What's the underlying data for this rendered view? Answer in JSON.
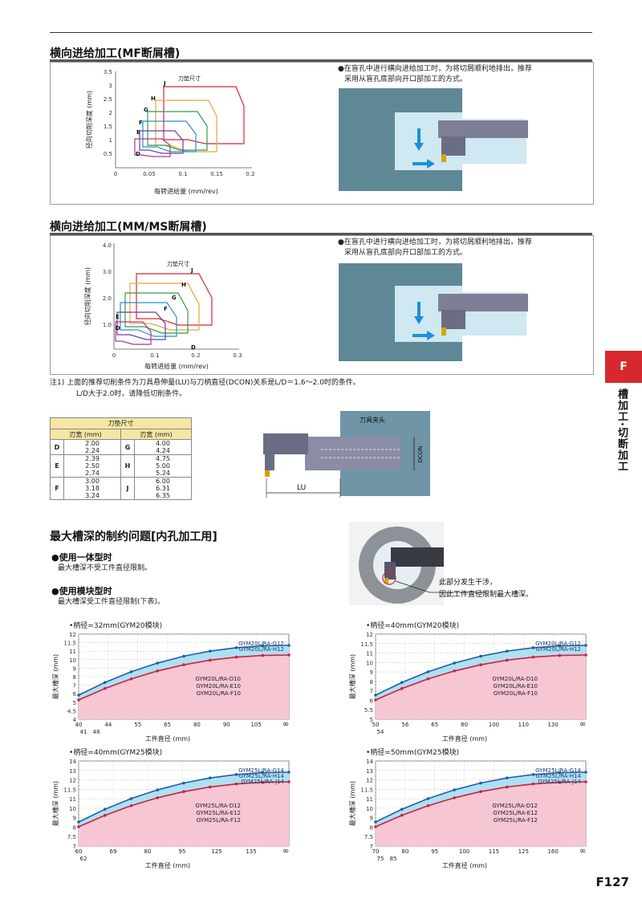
{
  "sections": {
    "mf_title": "横向进给加工(MF断屑槽)",
    "mm_title": "横向进给加工(MM/MS断屑槽)",
    "bullet": "●在盲孔中进行横向进给加工时，为将切屑顺利地排出，推荐",
    "bullet2": "采用从盲孔底部向开口部加工的方式。"
  },
  "mf_chart": {
    "ylabel": "径向切削深度 (mm)",
    "xlabel": "每转进给量 (mm/rev)",
    "insert_label": "刀垫尺寸",
    "yticks": [
      "3.5",
      "3",
      "2.5",
      "2",
      "1.5",
      "1",
      "0.5"
    ],
    "xticks": [
      "0",
      "0.05",
      "0.1",
      "0.15",
      "0.2"
    ],
    "letters": [
      "J",
      "H",
      "G",
      "F",
      "E",
      "D"
    ]
  },
  "mm_chart": {
    "ylabel": "径向切削深度 (mm)",
    "xlabel": "每转进给量 (mm/rev)",
    "insert_label": "刀垫尺寸",
    "yticks": [
      "4.0",
      "3.0",
      "2.0",
      "1.0"
    ],
    "xticks": [
      "0",
      "0.1",
      "0.2",
      "0.3"
    ],
    "letters": [
      "J",
      "H",
      "G",
      "F",
      "E",
      "D",
      "D"
    ]
  },
  "note": {
    "line1": "注1)   上面的推荐切削条件为刀具悬伸量(LU)与刀柄直径(DCON)关系是L/D＝1.6～2.0时的条件。",
    "line2": "L/D大于2.0时，请降低切削条件。"
  },
  "insert_table": {
    "title": "刀垫尺寸",
    "col": "刃宽 (mm)",
    "rows": [
      {
        "l1": "D",
        "v1": [
          "2.00",
          "2.24"
        ],
        "l2": "G",
        "v2": [
          "4.00",
          "4.24"
        ]
      },
      {
        "l1": "E",
        "v1": [
          "2.39",
          "2.50",
          "2.74"
        ],
        "l2": "H",
        "v2": [
          "4.75",
          "5.00",
          "5.24"
        ]
      },
      {
        "l1": "F",
        "v1": [
          "3.00",
          "3.18",
          "3.24"
        ],
        "l2": "J",
        "v2": [
          "6.00",
          "6.31",
          "6.35"
        ]
      }
    ]
  },
  "tool_diagram": {
    "holder": "刀具夹头",
    "dcon": "DCON",
    "lu": "LU"
  },
  "side_tab": {
    "letter": "F",
    "title": "槽加工·切断加工"
  },
  "max_depth": {
    "title": "最大槽深的制约问题[内孔加工用]",
    "s1": "●使用一体型时",
    "s1t": "最大槽深不受工件直径限制。",
    "s2": "●使用模块型时",
    "s2t": "最大槽深受工件直径限制(下表)。",
    "callout1": "此部分发生干涉，",
    "callout2": "因此工件直径限制最大槽深。"
  },
  "charts": [
    {
      "title": "•柄径=32mm(GYM20模块)",
      "ylabel": "最大槽深 (mm)",
      "xlabel": "工件直径 (mm)",
      "yticks": [
        "12",
        "11.5",
        "11",
        "10",
        "9",
        "8",
        "7",
        "6",
        "5",
        "4.5",
        "4"
      ],
      "xtop": [
        "40",
        "44",
        "55",
        "65",
        "80",
        "90",
        "105",
        "∞"
      ],
      "xbot": [
        "41",
        "48"
      ],
      "blue": [
        "GYM20L/RA-G12",
        "GYM20L/RA-H12"
      ],
      "red": [
        "GYM20L/RA-D10",
        "GYM20L/RA-E10",
        "GYM20L/RA-F10"
      ]
    },
    {
      "title": "•柄径=40mm(GYM20模块)",
      "ylabel": "最大槽深 (mm)",
      "xlabel": "工件直径 (mm)",
      "yticks": [
        "12",
        "11.5",
        "11",
        "10",
        "9",
        "8",
        "7",
        "6",
        "5.5",
        "5"
      ],
      "xtop": [
        "50",
        "56",
        "65",
        "80",
        "100",
        "110",
        "130",
        "∞"
      ],
      "xbot": [
        "54"
      ],
      "blue": [
        "GYM20L/RA-G12",
        "GYM20L/RA-H12"
      ],
      "red": [
        "GYM20L/RA-D10",
        "GYM20L/RA-E10",
        "GYM20L/RA-F10"
      ]
    },
    {
      "title": "•柄径=40mm(GYM25模块)",
      "ylabel": "最大槽深 (mm)",
      "xlabel": "工件直径 (mm)",
      "yticks": [
        "14",
        "13",
        "12",
        "11.5",
        "11",
        "10",
        "9",
        "8",
        "7.5",
        "7"
      ],
      "xtop": [
        "60",
        "69",
        "80",
        "95",
        "125",
        "135",
        "∞"
      ],
      "xbot": [
        "62"
      ],
      "blue": [
        "GYM25L/RA-G14",
        "GYM25L/RA-H14",
        "GYM25L/RA-J14"
      ],
      "red": [
        "GYM25L/RA-D12",
        "GYM25L/RA-E12",
        "GYM25L/RA-F12"
      ]
    },
    {
      "title": "•柄径=50mm(GYM25模块)",
      "ylabel": "最大槽深 (mm)",
      "xlabel": "工件直径 (mm)",
      "yticks": [
        "14",
        "13",
        "12",
        "11.5",
        "11",
        "10",
        "9",
        "8",
        "7.5",
        "7"
      ],
      "xtop": [
        "70",
        "80",
        "95",
        "100",
        "115",
        "125",
        "160",
        "∞"
      ],
      "xbot": [
        "75",
        "85"
      ],
      "blue": [
        "GYM25L/RA-G14",
        "GYM25L/RA-H14",
        "GYM25L/RA-J14"
      ],
      "red": [
        "GYM25L/RA-D12",
        "GYM25L/RA-E12",
        "GYM25L/RA-F12"
      ]
    }
  ],
  "page_number": "F127",
  "colors": {
    "accent": "#d7282f",
    "blue_fill": "#aee0f3",
    "blue_line": "#1f5fa8",
    "red_fill": "#f7c6d3",
    "red_line": "#d01f3c",
    "steel": "#5f8896",
    "cyan": "#cfe8f2"
  }
}
